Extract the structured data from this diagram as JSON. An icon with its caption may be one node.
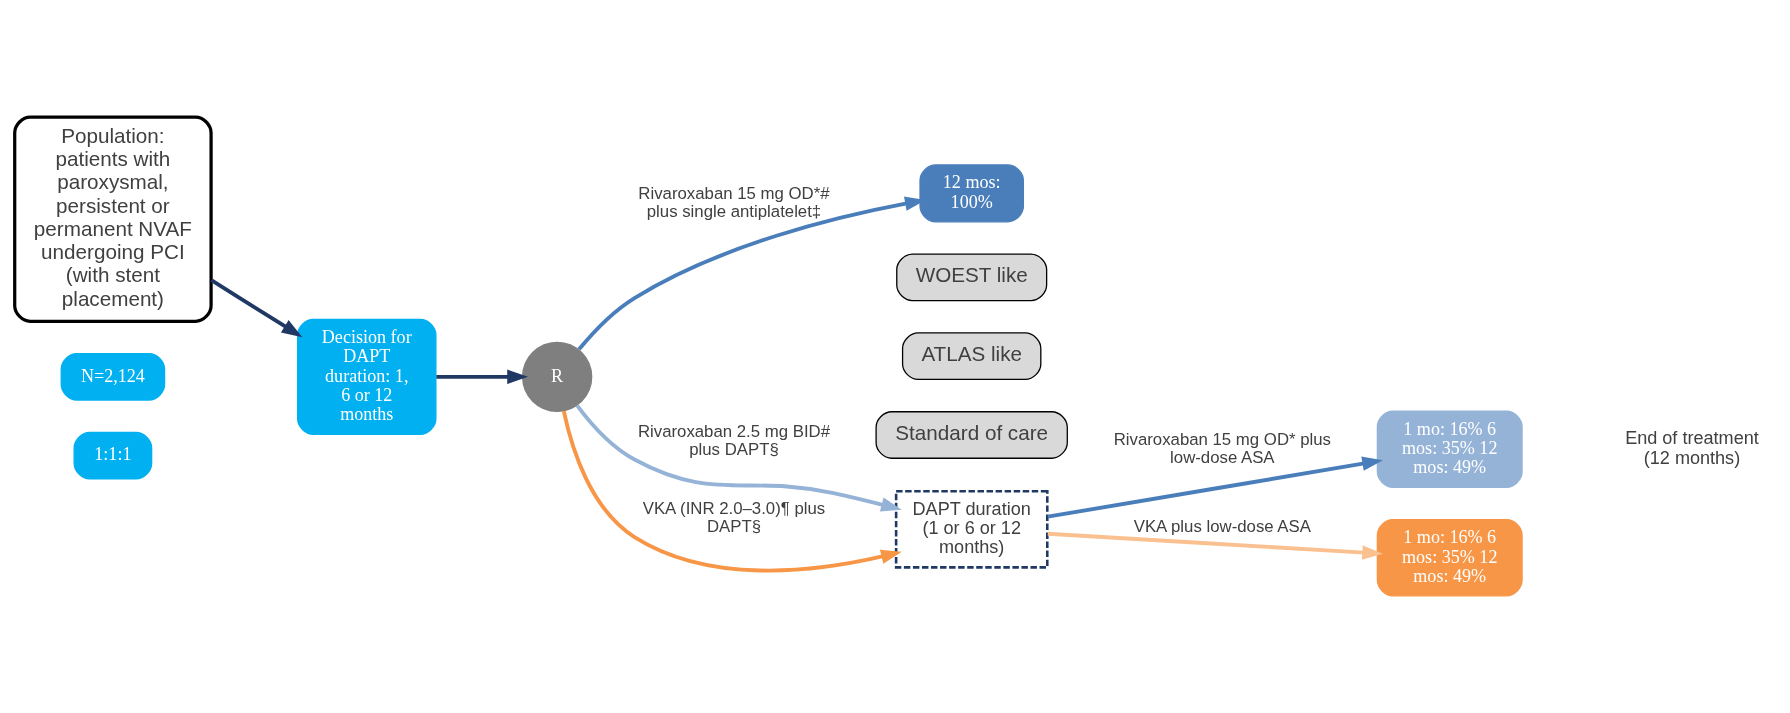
{
  "diagram": {
    "nodes": [
      {
        "text": [
          "Population:",
          "patients with paroxysmal, persistent or permanent NVAF undergoing PCI (with stent placement)"
        ]
      },
      {
        "text": [
          "N=2,124"
        ]
      },
      {
        "text": [
          "Decision for DAPT duration: 1, 6 or 12 months"
        ]
      },
      {
        "text": [
          "1:1:1"
        ]
      },
      {
        "text": [
          "R"
        ]
      },
      {
        "text": [
          "12 mos: 100%"
        ]
      },
      {
        "text": [
          "WOEST like"
        ]
      },
      {
        "text": [
          "ATLAS like"
        ]
      },
      {
        "text": [
          "Standard of care"
        ]
      },
      {
        "text": [
          "DAPT duration (1 or 6 or 12 months)"
        ]
      },
      {
        "text": [
          "1 mo: 16% 6 mos: 35% 12 mos: 49%"
        ]
      },
      {
        "text": [
          "1 mo: 16% 6 mos: 35% 12 mos: 49%"
        ]
      }
    ],
    "edges": [
      {
        "from": 0,
        "to": 2,
        "arrow": "to",
        "color": "#1f3864"
      },
      {
        "from": 2,
        "to": 4,
        "arrow": "to",
        "color": "#1f3864"
      },
      {
        "from": 4,
        "to": 5,
        "arrow": "to",
        "label": "Rivaroxaban 15 mg OD*# plus single antiplatelet‡"
      },
      {
        "from": 4,
        "to": 9,
        "arrow": "to",
        "label": "Rivaroxaban 2.5 mg BID# plus DAPT§",
        "color": "#95b3d7"
      },
      {
        "from": 9,
        "to": 10,
        "arrow": "to",
        "label": "Rivaroxaban 15 mg OD* plus low-dose ASA"
      },
      {
        "from": 4,
        "to": 9,
        "arrow": "to",
        "label": "VKA (INR 2.0–3.0)¶ plus DAPT§",
        "color": "#f79646"
      },
      {
        "from": 9,
        "to": 11,
        "arrow": "to",
        "label": "VKA plus low-dose ASA",
        "color": "#fac090"
      }
    ],
    "labels": [
      "End of treatment (12 months)"
    ]
  }
}
